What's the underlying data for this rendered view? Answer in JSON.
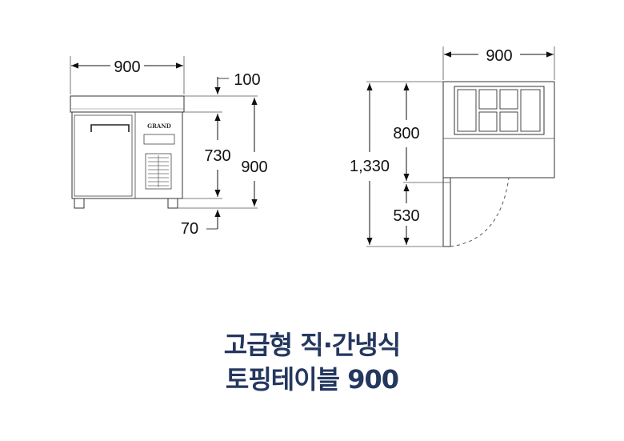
{
  "front_view": {
    "width_label": "900",
    "top_label": "100",
    "body_label": "730",
    "total_label": "900",
    "leg_label": "70",
    "brand_text": "GRAND"
  },
  "side_view": {
    "width_label": "900",
    "upper_label": "800",
    "total_label": "1,330",
    "lower_label": "530"
  },
  "title": {
    "line1": "고급형 직·간냉식",
    "line2": "토핑테이블 900"
  }
}
